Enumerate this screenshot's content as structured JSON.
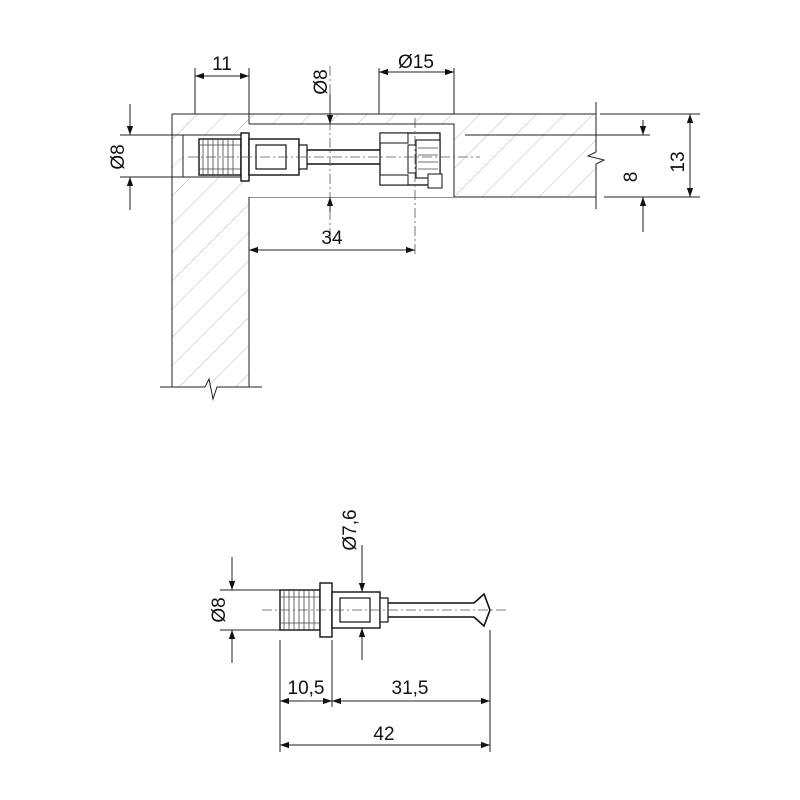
{
  "drawing": {
    "top_view": {
      "dim_edge_to_bolt": "11",
      "dim_dowel_hole": "Ø8",
      "dim_cam_diameter": "Ø15",
      "dim_left_hole": "Ø8",
      "dim_bolt_to_cam": "34",
      "dim_cam_offset": "8",
      "dim_panel_thickness": "13"
    },
    "bottom_view": {
      "dim_shank": "Ø7,6",
      "dim_sleeve": "Ø8",
      "dim_sleeve_length": "10,5",
      "dim_bolt_length": "31,5",
      "dim_total_length": "42"
    }
  },
  "colors": {
    "line": "#222222",
    "hatch": "#9a9a9a",
    "background": "#ffffff"
  }
}
